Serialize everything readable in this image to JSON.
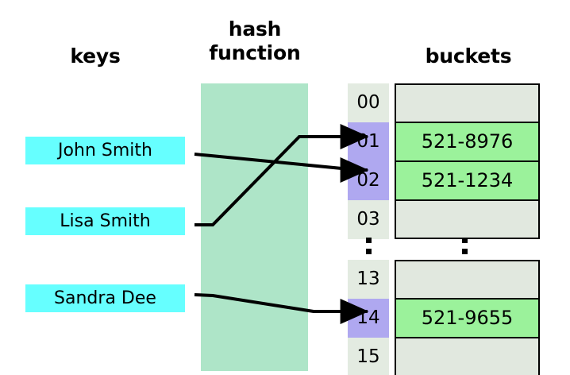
{
  "headings": {
    "keys": "keys",
    "hash_function_line1": "hash",
    "hash_function_line2": "function",
    "buckets": "buckets"
  },
  "colors": {
    "key_box": "#66ffff",
    "hash_band": "#aee5c8",
    "index_empty": "#e3ebe1",
    "index_hit": "#afa8f0",
    "bucket_empty": "#e1e8df",
    "bucket_filled": "#9bf29b",
    "stroke": "#000000",
    "background": "#ffffff"
  },
  "keys": [
    {
      "label": "John Smith",
      "maps_to": "02"
    },
    {
      "label": "Lisa Smith",
      "maps_to": "01"
    },
    {
      "label": "Sandra Dee",
      "maps_to": "14"
    }
  ],
  "buckets": {
    "ellipsis": ":",
    "top_group": [
      {
        "index": "00",
        "value": "",
        "highlighted": false
      },
      {
        "index": "01",
        "value": "521-8976",
        "highlighted": true
      },
      {
        "index": "02",
        "value": "521-1234",
        "highlighted": true
      },
      {
        "index": "03",
        "value": "",
        "highlighted": false
      }
    ],
    "bottom_group": [
      {
        "index": "13",
        "value": "",
        "highlighted": false
      },
      {
        "index": "14",
        "value": "521-9655",
        "highlighted": true
      },
      {
        "index": "15",
        "value": "",
        "highlighted": false
      }
    ]
  }
}
